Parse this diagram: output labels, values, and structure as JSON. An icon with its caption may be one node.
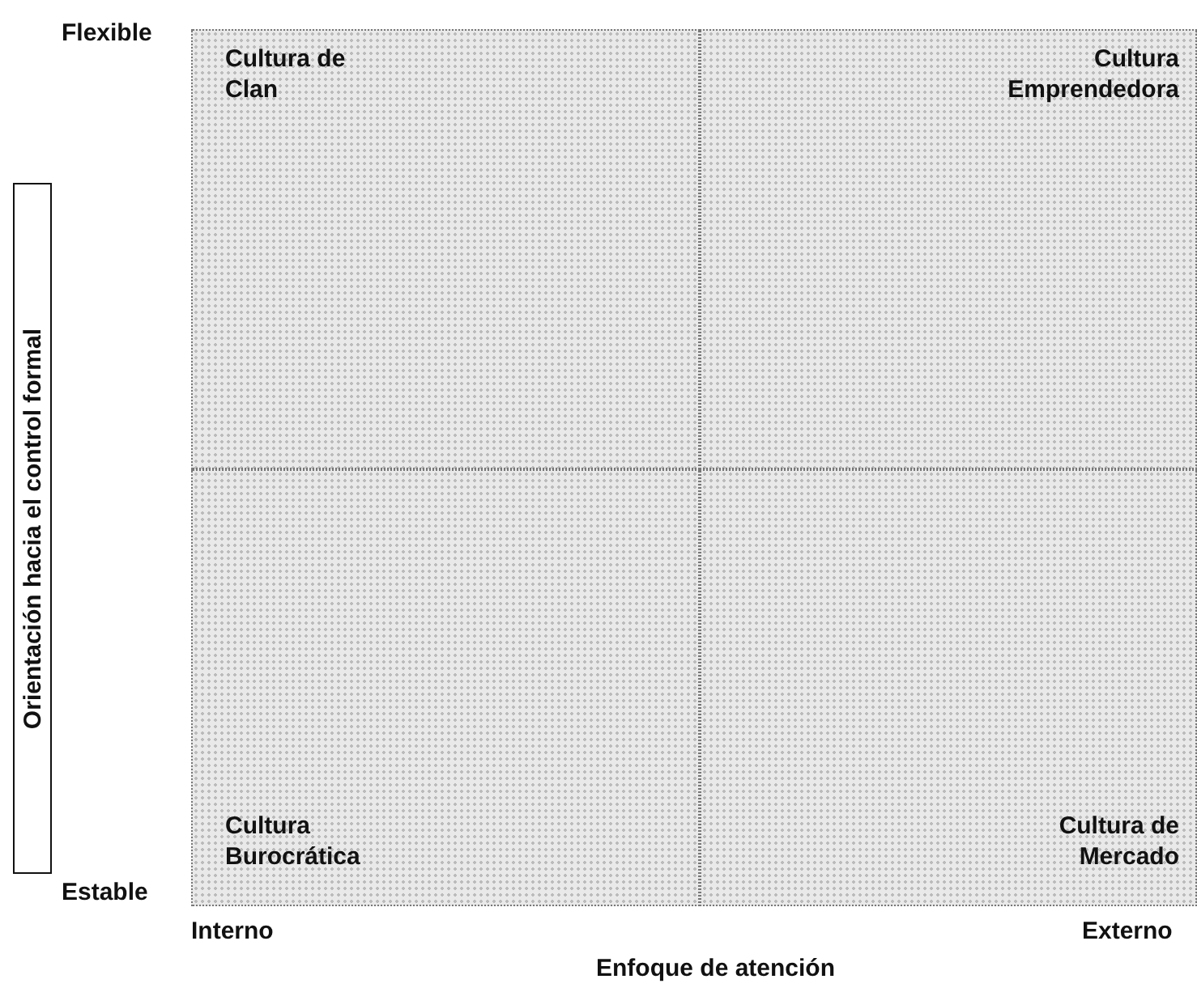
{
  "diagram": {
    "nodes": [
      {
        "text": [
          "Cultura de Clan"
        ]
      },
      {
        "text": [
          "Cultura Emprendedora"
        ]
      },
      {
        "text": [
          "Cultura Burocrática"
        ]
      },
      {
        "text": [
          "Cultura de Mercado"
        ]
      },
      {
        "text": [
          "Orientación hacia el control formal"
        ]
      }
    ],
    "labels": [
      "Flexible",
      "Estable",
      "Interno",
      "Externo",
      "Enfoque de atención"
    ]
  }
}
